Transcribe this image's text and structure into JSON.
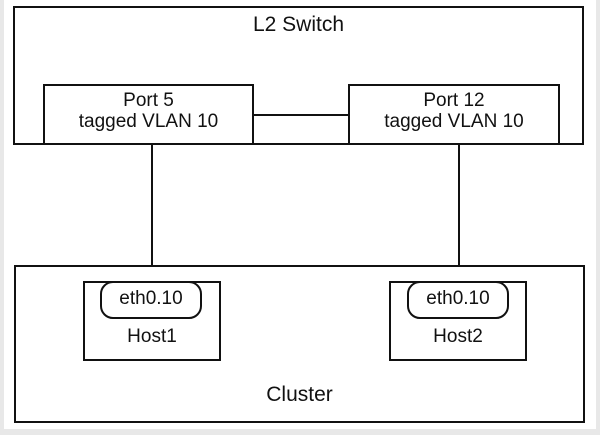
{
  "diagram": {
    "title": "L2 Switch",
    "colors": {
      "stroke": "#111111",
      "fill": "#ffffff",
      "page_background": "#e8e8e8"
    },
    "switch": {
      "label": "L2 Switch",
      "ports": [
        {
          "id": "port5",
          "name": "Port 5",
          "vlan_line": "tagged VLAN 10",
          "port_number": "5",
          "vlan_id": "10",
          "tagging": "tagged"
        },
        {
          "id": "port12",
          "name": "Port 12",
          "vlan_line": "tagged VLAN 10",
          "port_number": "12",
          "vlan_id": "10",
          "tagging": "tagged"
        }
      ]
    },
    "cluster": {
      "label": "Cluster",
      "hosts": [
        {
          "id": "host1",
          "name": "Host1",
          "interface": "eth0.10",
          "connected_port": "Port 5"
        },
        {
          "id": "host2",
          "name": "Host2",
          "interface": "eth0.10",
          "connected_port": "Port 12"
        }
      ]
    },
    "links": [
      {
        "from": "Port 5",
        "to": "Host1 eth0.10"
      },
      {
        "from": "Port 12",
        "to": "Host2 eth0.10"
      },
      {
        "from": "Port 5",
        "to": "Port 12"
      }
    ]
  }
}
